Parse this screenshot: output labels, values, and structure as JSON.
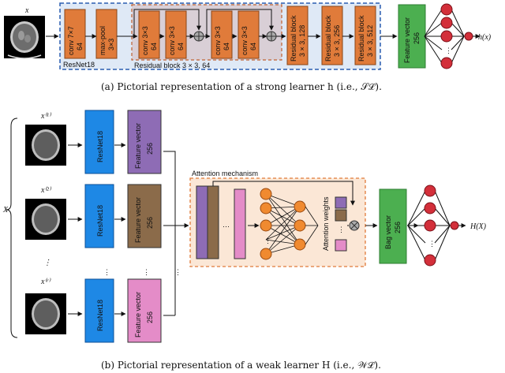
{
  "top": {
    "input_label": "x",
    "group_label": "ResNet18",
    "residual_group_label": "Residual block 3 × 3, 64",
    "blocks": [
      {
        "line1": "conv 7×7",
        "line2": "64"
      },
      {
        "line1": "max-pool",
        "line2": "3×3"
      },
      {
        "line1": "conv 3×3",
        "line2": "64"
      },
      {
        "line1": "conv 3×3",
        "line2": "64"
      },
      {
        "line1": "conv 3×3",
        "line2": "64"
      },
      {
        "line1": "conv 3×3",
        "line2": "64"
      },
      {
        "line1": "Residual block",
        "line2": "3 × 3, 128"
      },
      {
        "line1": "Residual block",
        "line2": "3 × 3, 256"
      },
      {
        "line1": "Residual block",
        "line2": "3 × 3, 512"
      }
    ],
    "feature": {
      "line1": "Feature vector",
      "line2": "256"
    },
    "output_label": "h(x)",
    "caption": "(a) Pictorial representation of a strong learner h (i.e., 𝒮ℒ)."
  },
  "bottom": {
    "set_label": "X",
    "inputs": [
      "x⁽¹⁾",
      "x⁽²⁾",
      "⋮",
      "x⁽ʳ⁾"
    ],
    "resnet_label": "ResNet18",
    "feature": {
      "line1": "Feature vector",
      "line2": "256"
    },
    "attention_label": "Attention mechanism",
    "attention_weights_label": "Attention weights",
    "bag": {
      "line1": "Bag vector",
      "line2": "256"
    },
    "output_label": "H(X)",
    "caption": "(b) Pictorial representation of a weak learner H (i.e., 𝒲ℒ).",
    "dots": "⋮",
    "hdots": "⋯"
  },
  "colors": {
    "conv": "#e07b3a",
    "resnet": "#1e88e5",
    "feat1": "#8e6cb5",
    "feat2": "#8b6b4a",
    "feat3": "#e48cc8",
    "green": "#4caf50",
    "neuron": "#d32f3a",
    "att_neuron": "#f08a30",
    "dash": "#2a5db0",
    "att_bg": "#fbe7d6"
  }
}
